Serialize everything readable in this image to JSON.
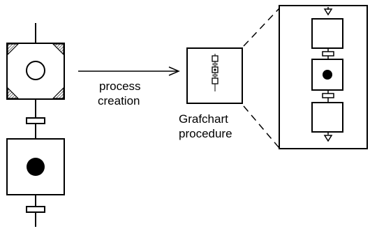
{
  "labels": {
    "arrow_line1": "process",
    "arrow_line2": "creation",
    "procedure_line1": "Grafchart",
    "procedure_line2": "procedure"
  },
  "colors": {
    "stroke": "#000000",
    "background": "#ffffff",
    "corner_hatch": "#4a4a4a"
  },
  "icons": {
    "macro_step": "octagon-step-with-hatched-corners",
    "active_step": "filled-dot-step",
    "inactive_step": "empty-circle-step",
    "procedure": "mini-grafchart-box"
  }
}
